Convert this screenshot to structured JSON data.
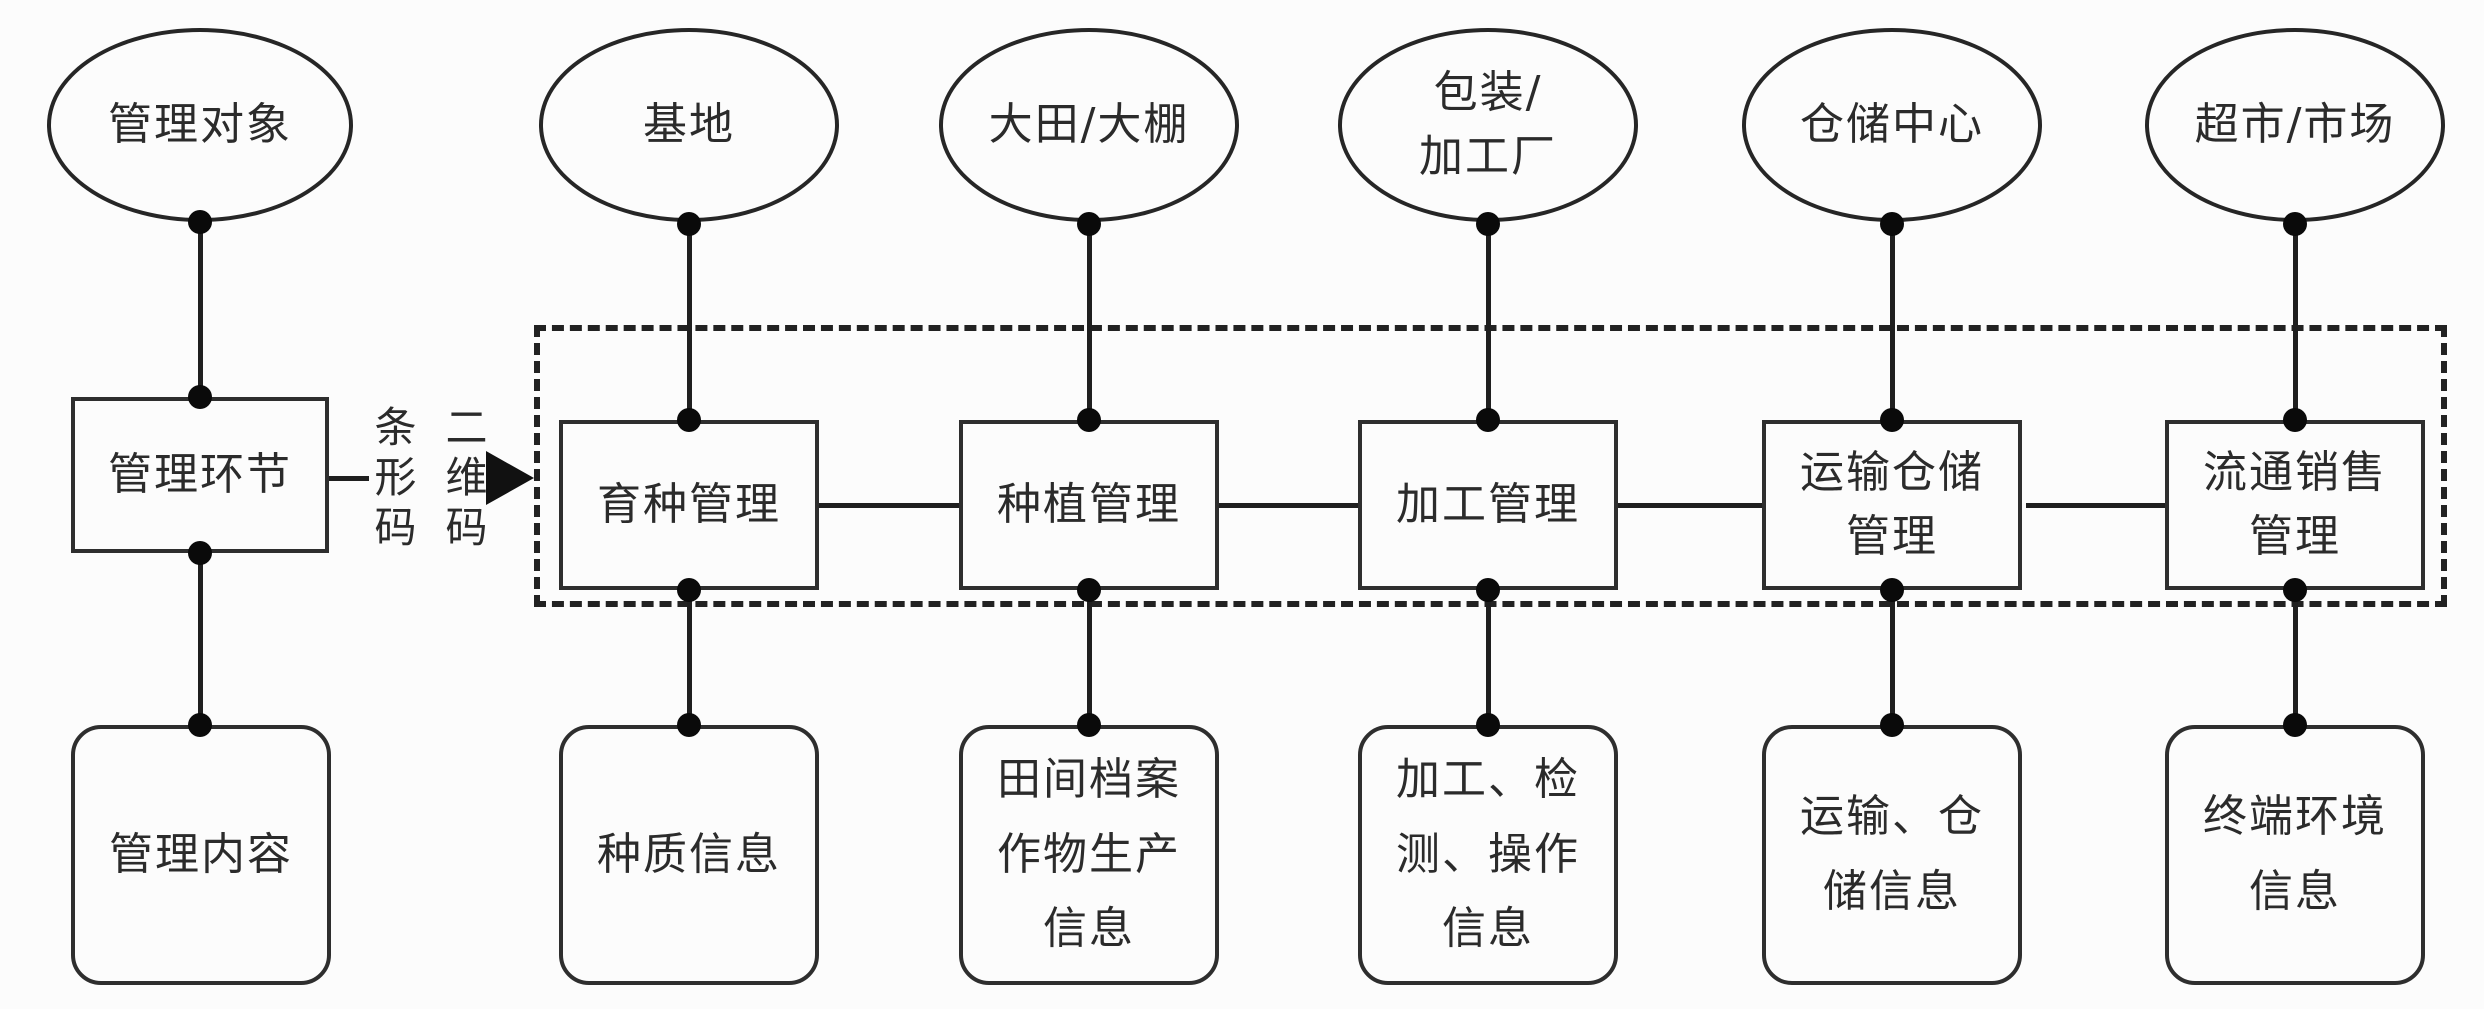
{
  "diagram": {
    "row_headers": {
      "objects_row": "管理对象",
      "stages_row": "管理环节",
      "contents_row": "管理内容"
    },
    "columns": [
      {
        "object": "管理对象",
        "stage": "管理环节",
        "content": "管理内容"
      },
      {
        "object": "基地",
        "stage": "育种管理",
        "content": "种质信息"
      },
      {
        "object": "大田/大棚",
        "stage": "种植管理",
        "content": "田间档案\n作物生产\n信息"
      },
      {
        "object": "包装/\n加工厂",
        "stage": "加工管理",
        "content": "加工、检\n测、操作\n信息"
      },
      {
        "object": "仓储中心",
        "stage": "运输仓储\n管理",
        "content": "运输、仓\n储信息"
      },
      {
        "object": "超市/市场",
        "stage": "流通销售\n管理",
        "content": "终端环境\n信息"
      }
    ],
    "code_labels": {
      "barcode": "条形码",
      "qrcode": "二维码"
    },
    "colors": {
      "ink": "#1f1f1f",
      "paper": "#fcfcfc"
    }
  }
}
